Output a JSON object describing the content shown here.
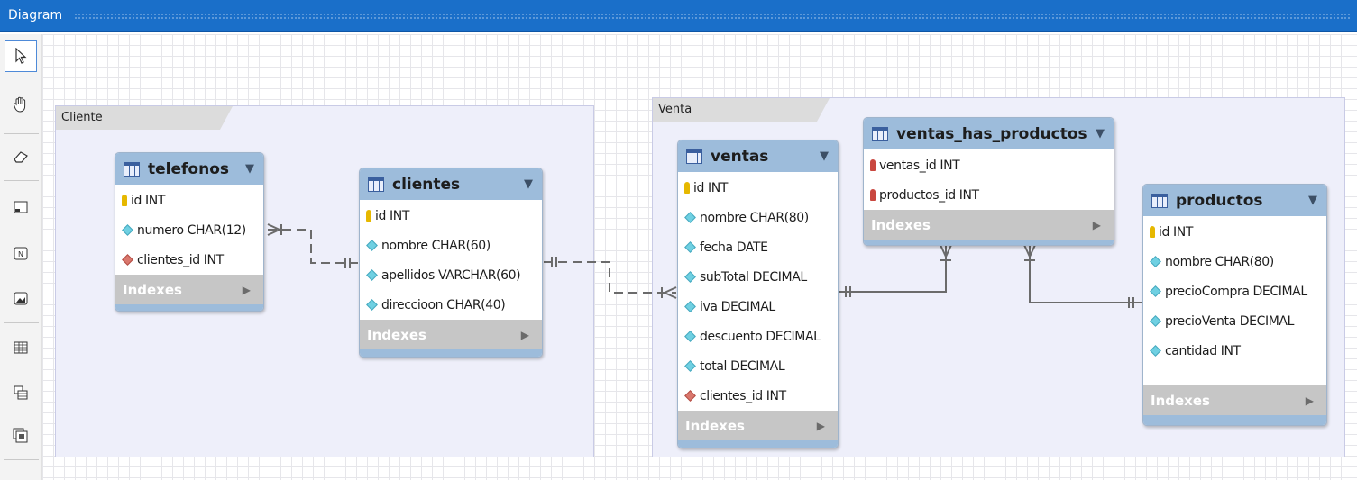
{
  "window": {
    "title": "Diagram"
  },
  "toolbar": {
    "tools": [
      {
        "name": "pointer-tool",
        "glyph": "⇱"
      },
      {
        "name": "hand-tool",
        "glyph": "✋"
      },
      {
        "name": "eraser-tool",
        "glyph": "⌫"
      },
      {
        "name": "layer-tool",
        "glyph": "▭"
      },
      {
        "name": "note-tool",
        "glyph": "N"
      },
      {
        "name": "image-tool",
        "glyph": "▣"
      },
      {
        "name": "table-tool",
        "glyph": "▦"
      },
      {
        "name": "view-tool",
        "glyph": "⧉"
      },
      {
        "name": "routine-group-tool",
        "glyph": "⧇"
      }
    ]
  },
  "layers": {
    "cliente": {
      "label": "Cliente"
    },
    "venta": {
      "label": "Venta"
    }
  },
  "tables": {
    "telefonos": {
      "name": "telefonos",
      "columns": [
        {
          "icon": "key",
          "text": "id INT"
        },
        {
          "icon": "diamond",
          "text": "numero CHAR(12)"
        },
        {
          "icon": "diamond-red",
          "text": "clientes_id INT"
        }
      ],
      "indexes": "Indexes"
    },
    "clientes": {
      "name": "clientes",
      "columns": [
        {
          "icon": "key",
          "text": "id INT"
        },
        {
          "icon": "diamond",
          "text": "nombre CHAR(60)"
        },
        {
          "icon": "diamond",
          "text": "apellidos VARCHAR(60)"
        },
        {
          "icon": "diamond",
          "text": "direccioon CHAR(40)"
        }
      ],
      "indexes": "Indexes"
    },
    "ventas": {
      "name": "ventas",
      "columns": [
        {
          "icon": "key",
          "text": "id INT"
        },
        {
          "icon": "diamond",
          "text": "nombre CHAR(80)"
        },
        {
          "icon": "diamond",
          "text": "fecha DATE"
        },
        {
          "icon": "diamond",
          "text": "subTotal DECIMAL"
        },
        {
          "icon": "diamond",
          "text": "iva DECIMAL"
        },
        {
          "icon": "diamond",
          "text": "descuento DECIMAL"
        },
        {
          "icon": "diamond",
          "text": "total DECIMAL"
        },
        {
          "icon": "diamond-red",
          "text": "clientes_id INT"
        }
      ],
      "indexes": "Indexes"
    },
    "ventas_has_productos": {
      "name": "ventas_has_productos",
      "columns": [
        {
          "icon": "fk",
          "text": "ventas_id INT"
        },
        {
          "icon": "fk",
          "text": "productos_id INT"
        }
      ],
      "indexes": "Indexes"
    },
    "productos": {
      "name": "productos",
      "columns": [
        {
          "icon": "key",
          "text": "id INT"
        },
        {
          "icon": "diamond",
          "text": "nombre CHAR(80)"
        },
        {
          "icon": "diamond",
          "text": "precioCompra DECIMAL"
        },
        {
          "icon": "diamond",
          "text": "precioVenta DECIMAL"
        },
        {
          "icon": "diamond",
          "text": "cantidad INT"
        }
      ],
      "indexes": "Indexes"
    }
  },
  "colors": {
    "titlebar": "#1a6fc9",
    "table_header": "#9dbcdb",
    "layer_bg": "#eeeffa",
    "relationship_line": "#6b6b6b"
  }
}
